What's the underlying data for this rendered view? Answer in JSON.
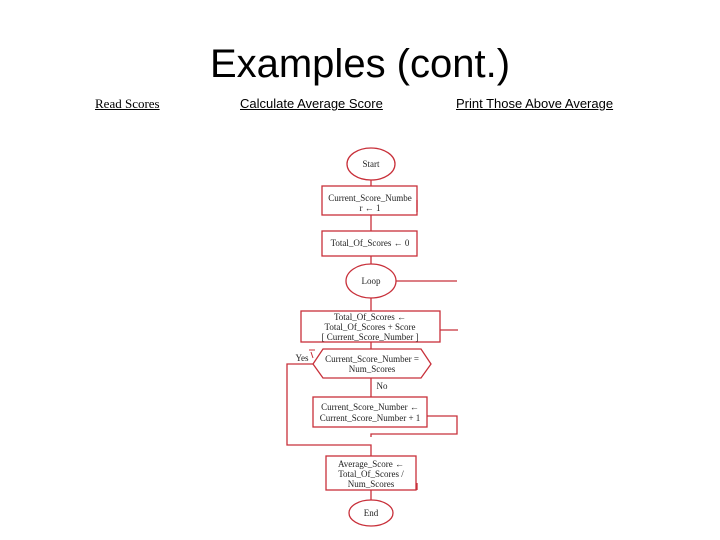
{
  "title": "Examples (cont.)",
  "tabs": [
    "Read Scores",
    "Calculate Average Score",
    "Print Those Above Average"
  ],
  "flowchart": {
    "start": "Start",
    "init_number": [
      "Current_Score_Numbe",
      "r ← 1"
    ],
    "init_total": "Total_Of_Scores ← 0",
    "loop": "Loop",
    "accumulate": [
      "Total_Of_Scores ←",
      "Total_Of_Scores + Score",
      "[ Current_Score_Number ]"
    ],
    "decision": [
      "Current_Score_Number =",
      "Num_Scores"
    ],
    "yes_label": "Yes",
    "no_label": "No",
    "increment": [
      "Current_Score_Number ←",
      "Current_Score_Number + 1"
    ],
    "average": [
      "Average_Score ←",
      "Total_Of_Scores /",
      "Num_Scores"
    ],
    "end": "End"
  },
  "colors": {
    "stroke": "#c8303a",
    "text": "#222222"
  }
}
